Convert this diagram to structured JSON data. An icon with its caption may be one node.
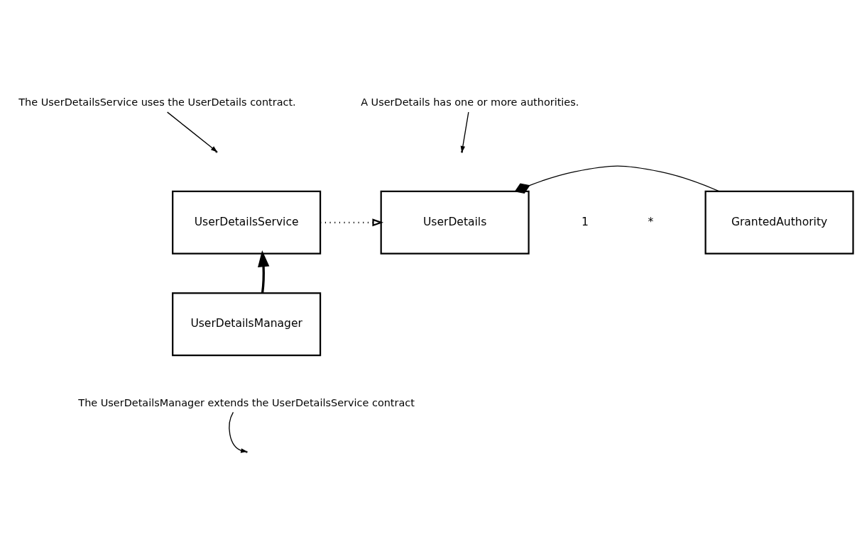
{
  "diagram": {
    "nodes": [
      {
        "text": [
          "UserDetailsService"
        ]
      },
      {
        "text": [
          "UserDetails"
        ]
      },
      {
        "text": [
          "GrantedAuthority"
        ]
      },
      {
        "text": [
          "UserDetailsManager"
        ]
      },
      {
        "text": [
          "The UserDetailsService uses the UserDetails contract."
        ]
      },
      {
        "text": [
          "A UserDetails has one or more authorities."
        ]
      },
      {
        "text": [
          "The UserDetailsManager extends the UserDetailsService contract"
        ]
      }
    ],
    "edges": [
      {
        "from": 0,
        "to": 1,
        "arrow": "to",
        "style": "dashed"
      },
      {
        "from": 1,
        "to": 2,
        "arrow": "other"
      },
      {
        "from": 3,
        "to": 0,
        "arrow": "to",
        "style": "thick"
      },
      {
        "from": 4,
        "to": null,
        "arrow": "to"
      },
      {
        "from": 5,
        "to": null,
        "arrow": "to"
      },
      {
        "from": 6,
        "to": null,
        "arrow": "to"
      }
    ],
    "labels": [
      "1",
      "*"
    ]
  }
}
